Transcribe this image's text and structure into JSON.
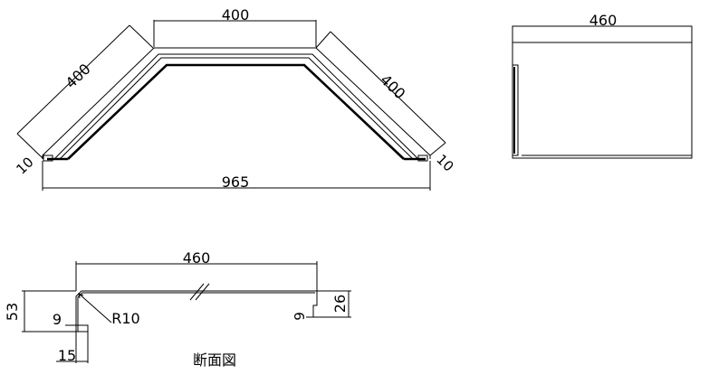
{
  "plan_view": {
    "top_width": "400",
    "left_side": "400",
    "right_side": "400",
    "left_end": "10",
    "right_end": "10",
    "overall_width": "965"
  },
  "side_view": {
    "depth": "460"
  },
  "section": {
    "depth": "460",
    "height": "53",
    "lip_front": "9",
    "lip_width": "15",
    "radius": "R10",
    "back_lip": "9",
    "back_height": "26",
    "caption": "断面図"
  }
}
